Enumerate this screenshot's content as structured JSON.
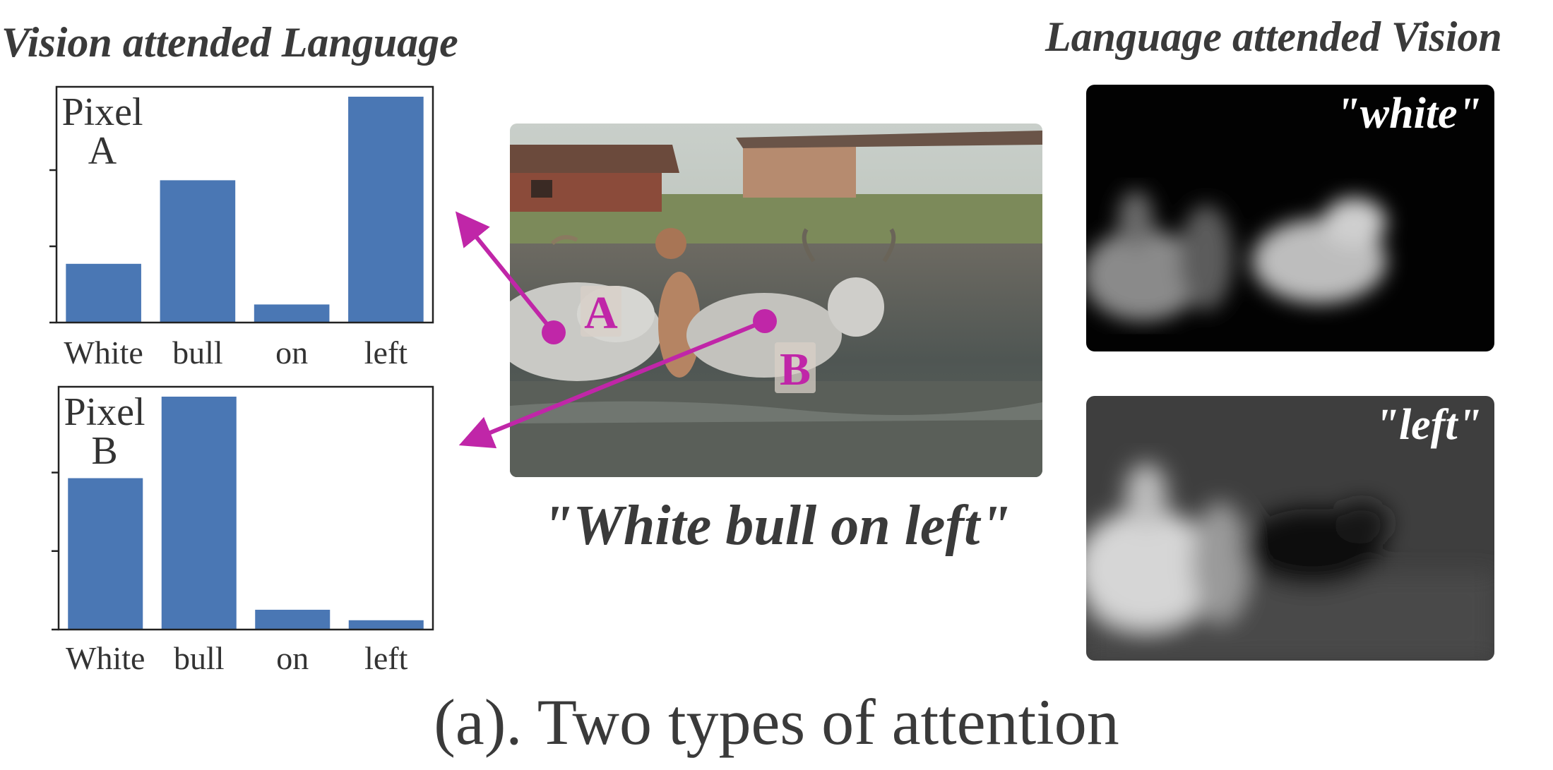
{
  "headings": {
    "left": "Vision attended Language",
    "right": "Language attended Vision"
  },
  "chart_data": [
    {
      "type": "bar",
      "annotation_lines": [
        "Pixel",
        "A"
      ],
      "categories": [
        "White",
        "bull",
        "on",
        "left"
      ],
      "values": [
        0.26,
        0.63,
        0.08,
        1.0
      ],
      "ylim": [
        0,
        1.0
      ]
    },
    {
      "type": "bar",
      "annotation_lines": [
        "Pixel",
        "B"
      ],
      "categories": [
        "White",
        "bull",
        "on",
        "left"
      ],
      "values": [
        0.65,
        1.0,
        0.085,
        0.04
      ],
      "ylim": [
        0,
        1.0
      ]
    }
  ],
  "photo": {
    "markers": [
      {
        "letter": "A"
      },
      {
        "letter": "B"
      }
    ],
    "arrow_color": "#c026a8"
  },
  "caption": "\"White bull on left\"",
  "attention_maps": [
    {
      "word": "\"white\""
    },
    {
      "word": "\"left\""
    }
  ],
  "subcaption": "(a). Two types of attention"
}
